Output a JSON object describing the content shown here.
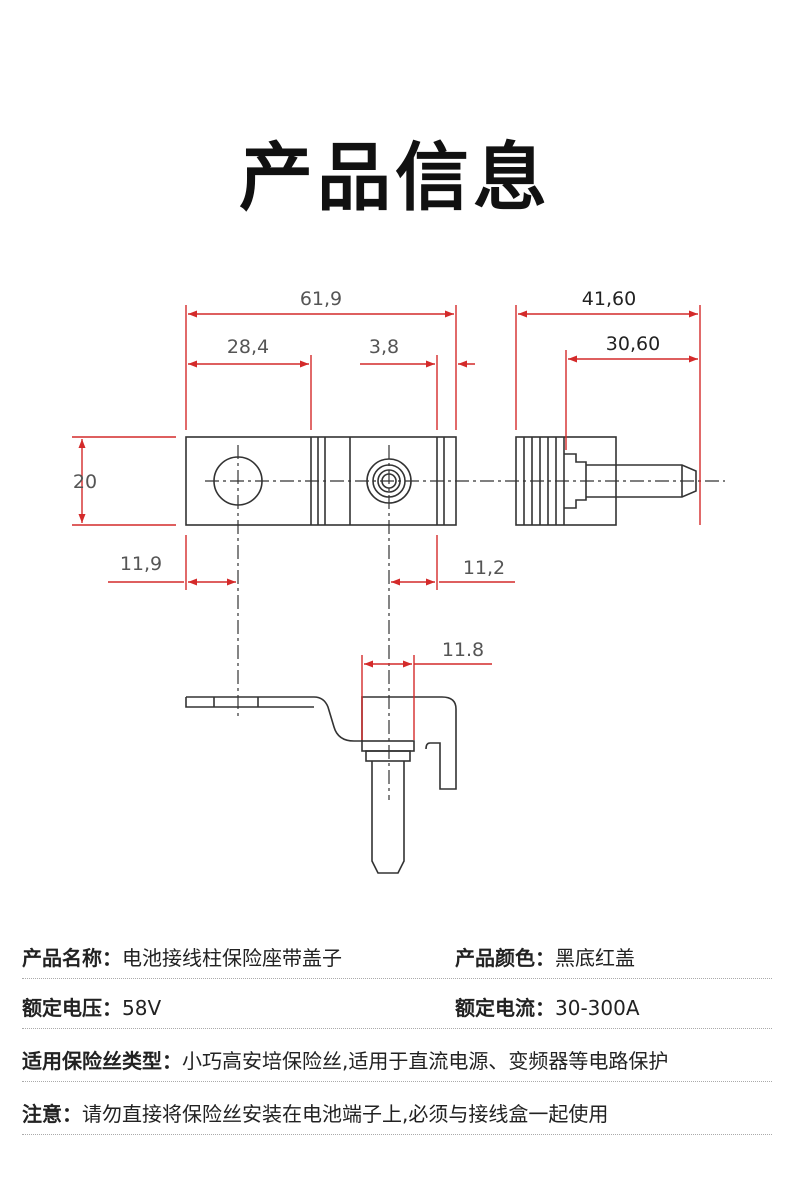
{
  "title": "产品信息",
  "drawing": {
    "dims": {
      "overall_width": "61,9",
      "left_width": "28,4",
      "slot": "3,8",
      "height": "20",
      "left_hole": "11,9",
      "right_hole": "11,2",
      "side_overall": "41,60",
      "side_inner": "30,60",
      "stud": "11.8"
    },
    "colors": {
      "dimension": "#d42a2a",
      "outline": "#333333",
      "text": "#555555"
    }
  },
  "info": {
    "name_label": "产品名称：",
    "name_value": "电池接线柱保险座带盖子",
    "color_label": "产品颜色：",
    "color_value": "黑底红盖",
    "voltage_label": "额定电压：",
    "voltage_value": "58V",
    "current_label": "额定电流：",
    "current_value": "30-300A",
    "fuse_label": "适用保险丝类型：",
    "fuse_value": "小巧高安培保险丝,适用于直流电源、变频器等电路保护",
    "note_label": "注意：",
    "note_value": "请勿直接将保险丝安装在电池端子上,必须与接线盒一起使用"
  }
}
